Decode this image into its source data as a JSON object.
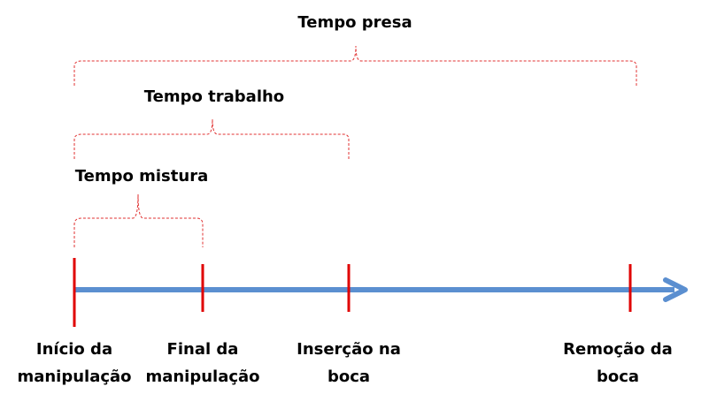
{
  "colors": {
    "timeline": "#5B8FD0",
    "tick": "#E00000",
    "bracket": "#E03030",
    "text": "#000000"
  },
  "brackets": [
    {
      "label": "Tempo presa"
    },
    {
      "label": "Tempo trabalho"
    },
    {
      "label": "Tempo mistura"
    }
  ],
  "events": [
    {
      "line1": "Início da",
      "line2": "manipulação"
    },
    {
      "line1": "Final da",
      "line2": "manipulação"
    },
    {
      "line1": "Inserção na",
      "line2": "boca"
    },
    {
      "line1": "Remoção da",
      "line2": "boca"
    }
  ]
}
